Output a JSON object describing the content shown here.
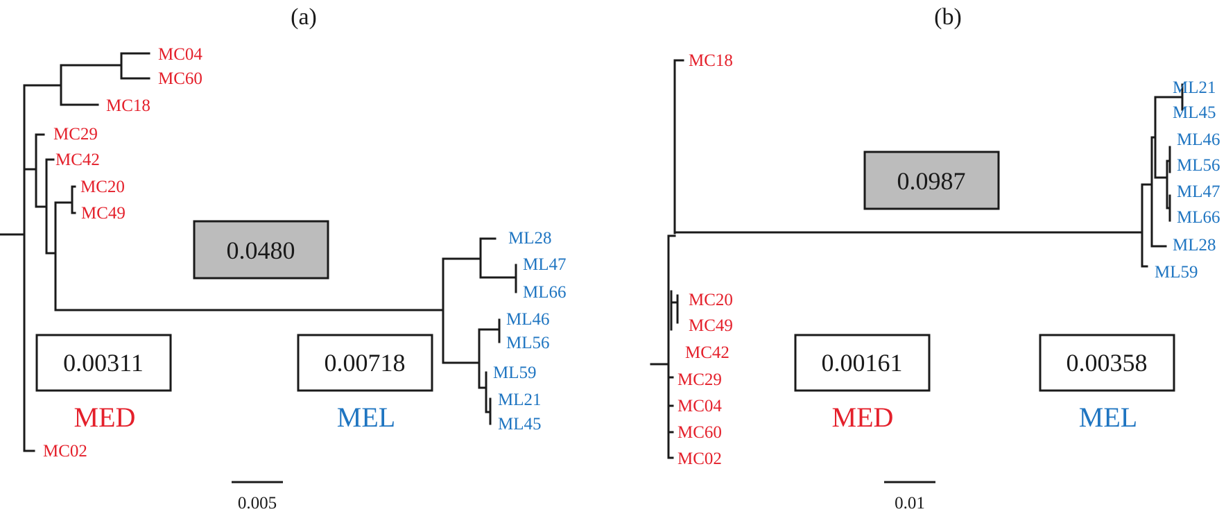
{
  "panels": [
    {
      "label": "(a)",
      "between_group_distance": "0.0480",
      "within_group": [
        {
          "value": "0.00311",
          "group": "MED"
        },
        {
          "value": "0.00718",
          "group": "MEL"
        }
      ],
      "scale_label": "0.005",
      "red_tips": [
        "MC04",
        "MC60",
        "MC18",
        "MC29",
        "MC42",
        "MC20",
        "MC49",
        "MC02"
      ],
      "blue_tips": [
        "ML28",
        "ML47",
        "ML66",
        "ML46",
        "ML56",
        "ML59",
        "ML21",
        "ML45"
      ]
    },
    {
      "label": "(b)",
      "between_group_distance": "0.0987",
      "within_group": [
        {
          "value": "0.00161",
          "group": "MED"
        },
        {
          "value": "0.00358",
          "group": "MEL"
        }
      ],
      "scale_label": "0.01",
      "red_tips": [
        "MC18",
        "MC20",
        "MC49",
        "MC42",
        "MC29",
        "MC04",
        "MC60",
        "MC02"
      ],
      "blue_tips": [
        "ML21",
        "ML45",
        "ML46",
        "ML56",
        "ML47",
        "ML66",
        "ML28",
        "ML59"
      ]
    }
  ],
  "colors": {
    "med": "#e4202b",
    "mel": "#1f75c1",
    "branch": "#1a1a1a",
    "highlight_box": "#bcbcbc"
  }
}
